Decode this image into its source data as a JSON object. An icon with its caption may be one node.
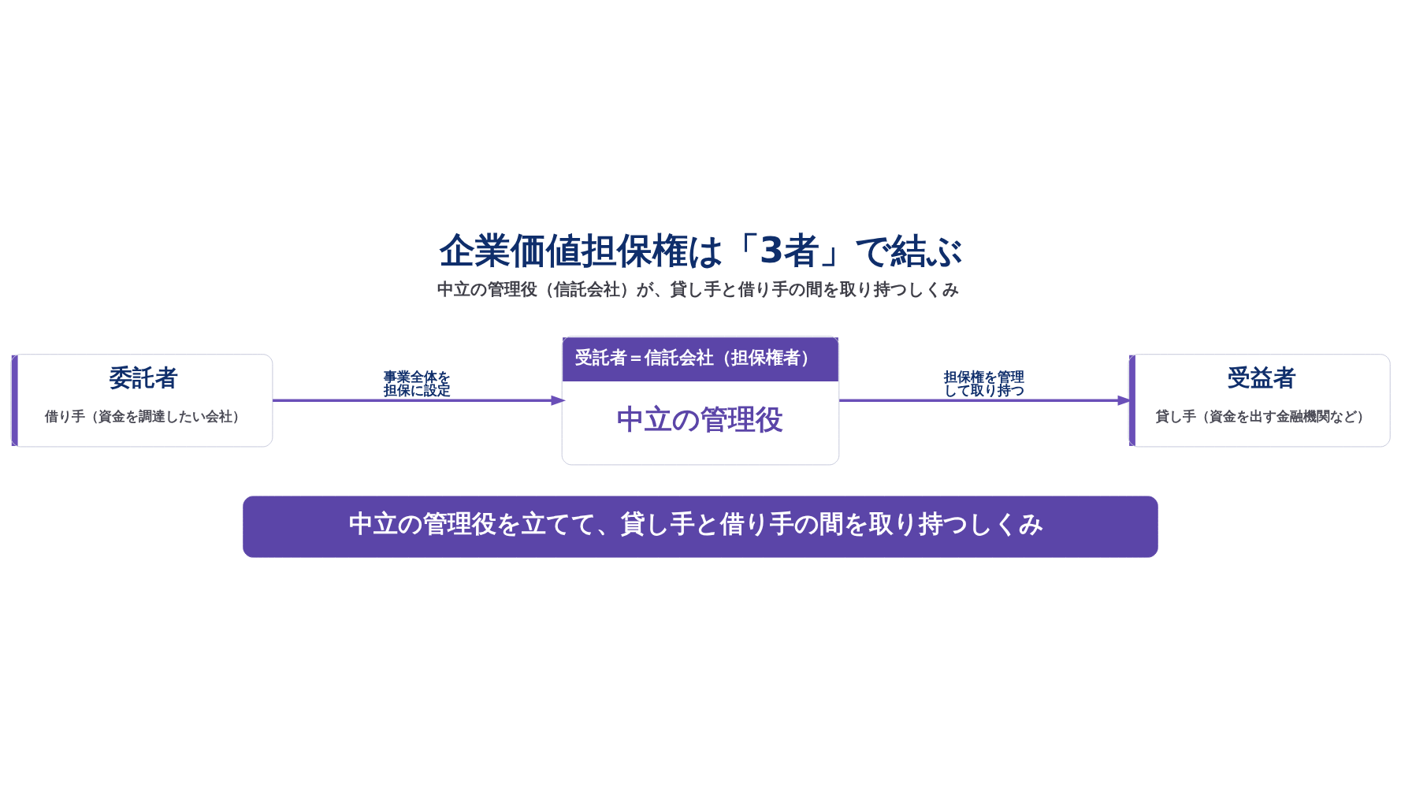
{
  "diagram": {
    "title": "企業価値担保権は「3者」で結ぶ",
    "nodes": [
      {
        "text": [
          "委託者",
          "借り手（資金を調達したい会社）"
        ]
      },
      {
        "text": [
          "受託者＝信託会社（担保権者）",
          "中立の管理役"
        ]
      },
      {
        "text": [
          "受益者",
          "貸し手（資金を出す金融機関など）"
        ]
      },
      {
        "text": [
          "中立の管理役を立てて、貸し手と借り手の間を取り持つしくみ"
        ]
      }
    ],
    "edges": [
      {
        "from": 0,
        "to": 1,
        "arrow": "to",
        "label": "事業全体を担保に設定"
      },
      {
        "from": 1,
        "to": 2,
        "arrow": "to",
        "label": "担保権を管理して取り持つ"
      }
    ],
    "labels": [
      "中立の管理役（信託会社）が、貸し手と借り手の間を取り持つしくみ"
    ]
  }
}
